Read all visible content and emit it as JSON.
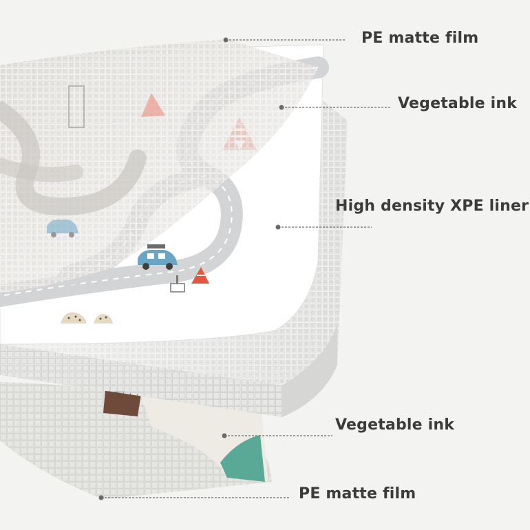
{
  "figure": {
    "layers": [
      {
        "label": "PE matte film"
      },
      {
        "label": "Vegetable ink"
      },
      {
        "label": "High density XPE liner"
      },
      {
        "label": "Vegetable ink"
      },
      {
        "label": "PE matte film"
      }
    ],
    "colors": {
      "background": "#f3f3f1",
      "label_text": "#3b3b3b",
      "leader_line": "#6a6a6a",
      "road": "#d3d4d6",
      "road_dash": "#ffffff",
      "tent": "#ee8f86",
      "car": "#6aa5c4",
      "teal_patch": "#5aa896",
      "brown_patch": "#6e4a3a"
    }
  }
}
